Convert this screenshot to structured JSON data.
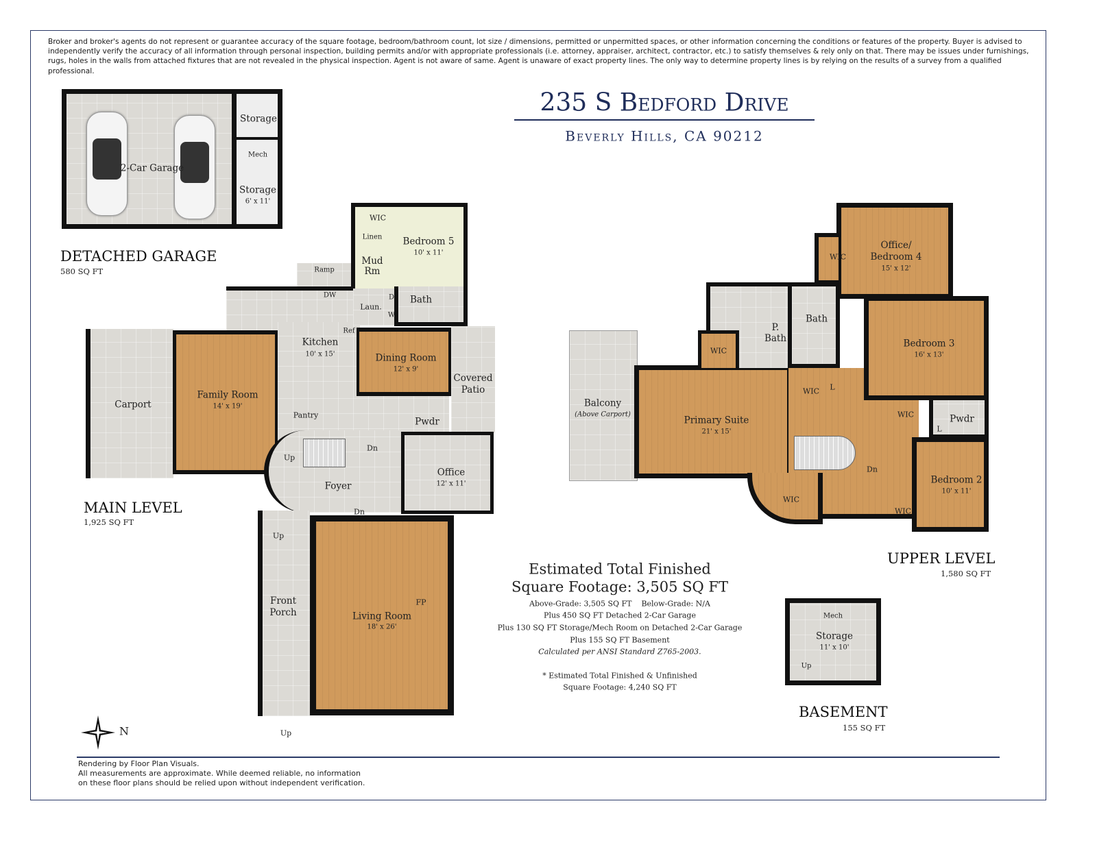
{
  "disclaimer": "Broker and broker's agents do not represent or guarantee accuracy of the square footage, bedroom/bathroom count, lot size / dimensions, permitted or unpermitted spaces, or other information concerning the conditions or features of the property. Buyer is advised to independently verify the accuracy of all information through personal inspection, building permits and/or with appropriate professionals (i.e. attorney, appraiser, architect, contractor, etc.) to satisfy themselves & rely only on that. There may be issues under furnishings, rugs, holes in the walls from attached fixtures that are not revealed in the physical inspection. Agent is not aware of same. Agent is unaware of exact property lines. The only way to determine property lines is by relying on the results of a survey from a qualified professional.",
  "title": {
    "address": "235 S Bedford  Drive",
    "city": "Beverly Hills, CA 90212",
    "color": "#1f2d5a"
  },
  "garage": {
    "label": "DETACHED GARAGE",
    "sqft": "580 SQ FT",
    "car_garage": "2-Car Garage",
    "storage1": "Storage",
    "mech": "Mech",
    "storage2": "Storage",
    "storage2_dim": "6' x 11'"
  },
  "main": {
    "label": "MAIN LEVEL",
    "sqft": "1,925 SQ FT",
    "rooms": {
      "wic": "WIC",
      "linen": "Linen",
      "bedroom5": "Bedroom 5",
      "bedroom5_dim": "10' x 11'",
      "mud": "Mud Rm",
      "ramp": "Ramp",
      "dw": "DW",
      "laun": "Laun.",
      "d": "D",
      "w": "W",
      "bath": "Bath",
      "kitchen": "Kitchen",
      "kitchen_dim": "10' x 15'",
      "ref": "Ref",
      "family": "Family Room",
      "family_dim": "14' x 19'",
      "carport": "Carport",
      "dining": "Dining Room",
      "dining_dim": "12' x 9'",
      "patio": "Covered Patio",
      "pantry": "Pantry",
      "pwdr": "Pwdr",
      "up1": "Up",
      "dn1": "Dn",
      "foyer": "Foyer",
      "office": "Office",
      "office_dim": "12' x 11'",
      "dn2": "Dn",
      "up2": "Up",
      "porch": "Front Porch",
      "living": "Living Room",
      "living_dim": "18' x 26'",
      "fp": "FP",
      "up3": "Up"
    }
  },
  "compass": "N",
  "upper": {
    "label": "UPPER LEVEL",
    "sqft": "1,580 SQ FT",
    "rooms": {
      "balcony": "Balcony",
      "balcony_note": "(Above Carport)",
      "primary": "Primary Suite",
      "primary_dim": "21' x 15'",
      "wic1": "WIC",
      "pbath": "P. Bath",
      "bath": "Bath",
      "wic2": "WIC",
      "l1": "L",
      "office": "Office/ Bedroom 4",
      "office_dim": "15' x 12'",
      "wic3": "WIC",
      "bed3": "Bedroom 3",
      "bed3_dim": "16' x 13'",
      "wic4": "WIC",
      "pwdr": "Pwdr",
      "l2": "L",
      "bed2": "Bedroom 2",
      "bed2_dim": "10' x 11'",
      "wic5": "WIC",
      "wic6": "WIC",
      "dn": "Dn"
    }
  },
  "basement": {
    "label": "BASEMENT",
    "sqft": "155 SQ FT",
    "mech": "Mech",
    "storage": "Storage",
    "storage_dim": "11' x 10'",
    "up": "Up"
  },
  "totals": {
    "heading1": "Estimated Total Finished",
    "heading2": "Square Footage: 3,505 SQ FT",
    "lines": [
      "Above-Grade: 3,505 SQ FT    Below-Grade: N/A",
      "Plus 450 SQ FT Detached 2-Car Garage",
      "Plus 130 SQ FT Storage/Mech Room on Detached 2-Car Garage",
      "Plus 155 SQ FT Basement"
    ],
    "ansi": "Calculated per ANSI Standard Z765-2003.",
    "note1": "* Estimated Total Finished & Unfinished",
    "note2": "Square Footage: 4,240 SQ FT"
  },
  "footer": [
    "Rendering by Floor Plan Visuals.",
    "All measurements are approximate. While deemed reliable, no information",
    "on these floor plans should be relied upon without independent verification."
  ]
}
